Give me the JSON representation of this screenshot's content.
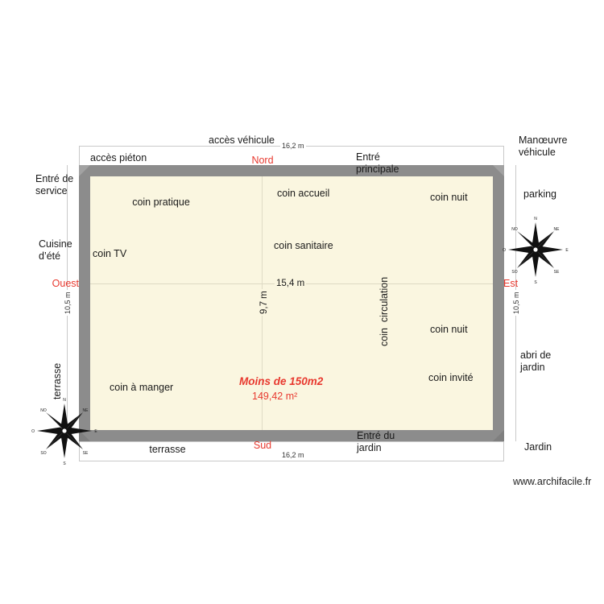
{
  "watermark": "www.archifacile.fr",
  "colors": {
    "wall": "#8c8c8c",
    "floor": "#faf6e0",
    "accent_red": "#e8392f",
    "dimension_line": "#c9c9c9",
    "grid": "#e0dcc6",
    "text": "#1a1a1a",
    "background": "#ffffff"
  },
  "plan": {
    "title_area_note": "Moins de 150m2",
    "area_value": "149,42 m²",
    "dimensions": {
      "top_width": "16,2 m",
      "bottom_width": "16,2 m",
      "left_height": "10,5 m",
      "right_height": "10,5 m",
      "interior_width": "15,4 m",
      "interior_height": "9,7 m"
    },
    "compass_points": {
      "n": "N",
      "ne": "NE",
      "e": "E",
      "se": "SE",
      "s": "S",
      "so": "SO",
      "o": "O",
      "no": "NO"
    },
    "orientation_labels": {
      "north": "Nord",
      "south": "Sud",
      "east": "Est",
      "west": "Ouest"
    },
    "interior_rooms": [
      {
        "label": "coin pratique"
      },
      {
        "label": "coin TV"
      },
      {
        "label": "coin accueil"
      },
      {
        "label": "coin sanitaire"
      },
      {
        "label": "coin nuit"
      },
      {
        "label": "coin nuit"
      },
      {
        "label": "coin invité"
      },
      {
        "label": "coin à manger"
      },
      {
        "label": "coin  circulation"
      }
    ],
    "exterior_labels": {
      "top": [
        {
          "label": "accès véhicule"
        },
        {
          "label": "accès piéton"
        },
        {
          "label": "Entré\nprincipale"
        }
      ],
      "left": [
        {
          "label": "Entré de\nservice"
        },
        {
          "label": "Cuisine\nd’été"
        },
        {
          "label": "terrasse"
        }
      ],
      "right": [
        {
          "label": "Manœuvre\nvéhicule"
        },
        {
          "label": "parking"
        },
        {
          "label": "abri de\njardin"
        },
        {
          "label": "Jardin"
        }
      ],
      "bottom": [
        {
          "label": "terrasse"
        },
        {
          "label": "Entré du\njardin"
        }
      ]
    }
  }
}
